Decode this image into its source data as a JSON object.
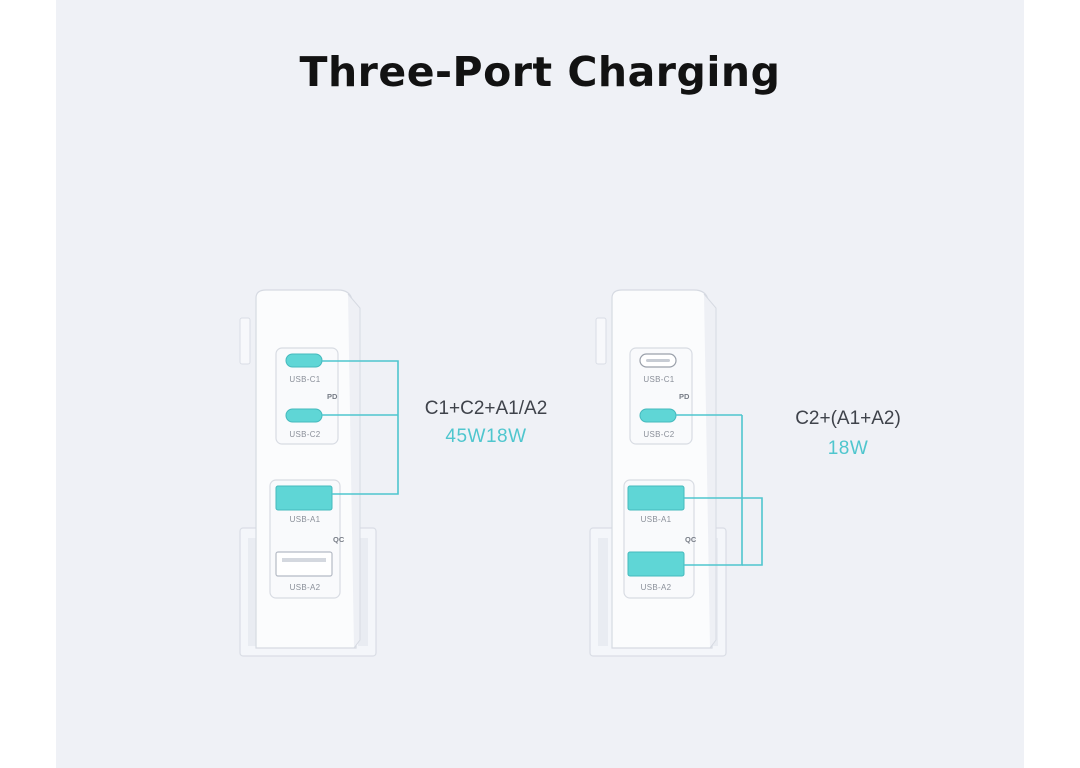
{
  "title": "Three-Port Charging",
  "colors": {
    "accent": "#5fd6d6",
    "wire": "#4fc6ce",
    "background": "#eff1f6"
  },
  "chargers": [
    {
      "combo": "C1+C2+A1/A2",
      "watt": "45W18W",
      "ports": [
        {
          "label": "USB-C1",
          "type": "usb-c",
          "active": true
        },
        {
          "label": "USB-C2",
          "type": "usb-c",
          "active": true
        },
        {
          "label": "USB-A1",
          "type": "usb-a",
          "active": true
        },
        {
          "label": "USB-A2",
          "type": "usb-a",
          "active": false
        }
      ],
      "groups": {
        "pd": "PD",
        "qc": "QC"
      }
    },
    {
      "combo": "C2+(A1+A2)",
      "watt": "18W",
      "ports": [
        {
          "label": "USB-C1",
          "type": "usb-c",
          "active": false
        },
        {
          "label": "USB-C2",
          "type": "usb-c",
          "active": true
        },
        {
          "label": "USB-A1",
          "type": "usb-a",
          "active": true
        },
        {
          "label": "USB-A2",
          "type": "usb-a",
          "active": true
        }
      ],
      "groups": {
        "pd": "PD",
        "qc": "QC"
      }
    }
  ]
}
